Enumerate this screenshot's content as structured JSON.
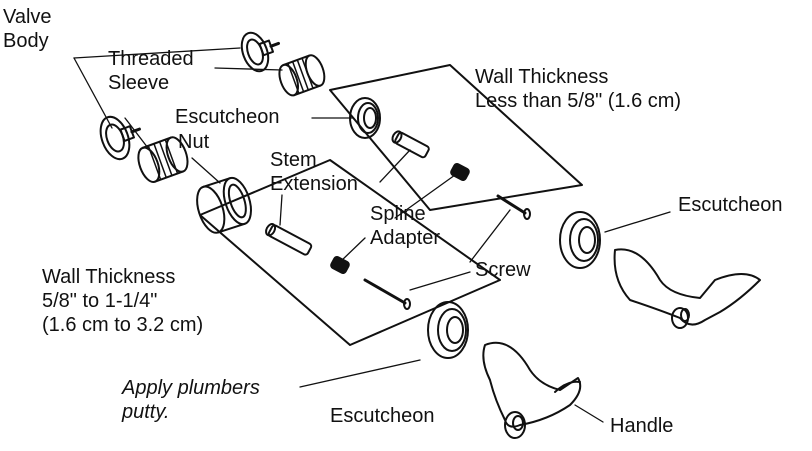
{
  "labels": {
    "valve_body": [
      "Valve",
      "Body"
    ],
    "threaded_sleeve": [
      "Threaded",
      "Sleeve"
    ],
    "escutcheon_top": "Escutcheon",
    "nut": "Nut",
    "stem_extension": [
      "Stem",
      "Extension"
    ],
    "wall_thin": [
      "Wall Thickness",
      "Less than 5/8\" (1.6 cm)"
    ],
    "spline_adapter": [
      "Spline",
      "Adapter"
    ],
    "screw": "Screw",
    "escutcheon_right": "Escutcheon",
    "wall_thick": [
      "Wall Thickness",
      "5/8\" to 1-1/4\"",
      "(1.6 cm to 3.2 cm)"
    ],
    "putty_note": [
      "Apply plumbers",
      "putty."
    ],
    "escutcheon_bottom": "Escutcheon",
    "handle": "Handle"
  }
}
